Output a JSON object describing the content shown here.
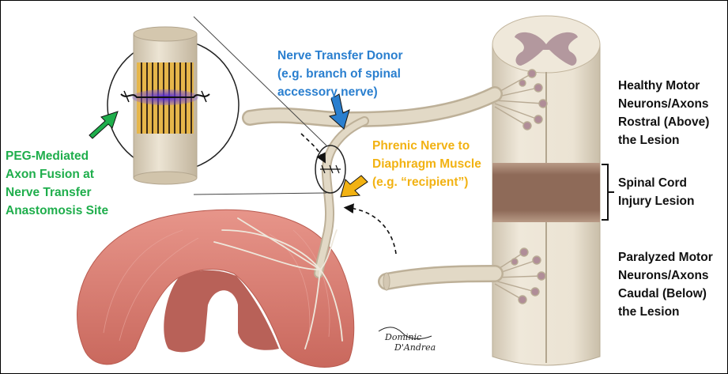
{
  "labels": {
    "peg": "PEG-Mediated\nAxon Fusion at\nNerve Transfer\nAnastomosis Site",
    "donor": "Nerve Transfer Donor\n(e.g. branch of spinal\naccessory nerve)",
    "phrenic": "Phrenic Nerve to\nDiaphragm Muscle\n(e.g. “recipient”)",
    "healthy": "Healthy Motor\nNeurons/Axons\nRostral (Above)\nthe Lesion",
    "lesion": "Spinal Cord\nInjury Lesion",
    "paralyzed": "Paralyzed Motor\nNeurons/Axons\nCaudal (Below)\nthe Lesion"
  },
  "signature": {
    "line1": "Dominic",
    "line2": "D'Andrea"
  },
  "colors": {
    "green": "#1fae4c",
    "blue": "#2a7fcf",
    "orange": "#f2b212",
    "nerve": "#d8cdb8",
    "cord": "#ebe3d3",
    "gray_matter": "#a88a93",
    "lesion": "#8e6a58",
    "diaphragm": "#dd8276",
    "fusion": "#5a2fd0"
  }
}
